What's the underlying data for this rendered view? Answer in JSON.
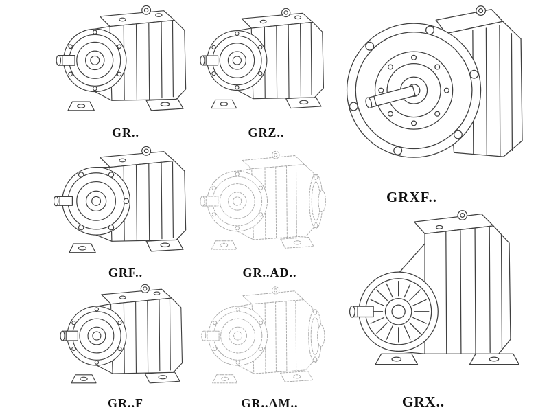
{
  "page": {
    "background": "#ffffff",
    "line_color": "#3f3f3f",
    "ghost_line_color": "#a9a9a9",
    "description": "Catalog sheet with eight isometric technical line drawings of GR-series helical gear reducers in different mounting variants"
  },
  "items": [
    {
      "label": "GR..",
      "style": "solid",
      "depicts": "foot-mounted helical gear reducer with output shaft"
    },
    {
      "label": "GRZ..",
      "style": "solid",
      "depicts": "foot-mounted helical gear reducer, Z variant"
    },
    {
      "label": "GRXF..",
      "style": "solid",
      "depicts": "large flange-mounted gear reducer, flange facing viewer"
    },
    {
      "label": "GRF..",
      "style": "solid",
      "depicts": "flange-mounted gear reducer with feet"
    },
    {
      "label": "GR..AD..",
      "style": "dashed-ghost",
      "depicts": "gear reducer with input shaft adapter, phantom line view"
    },
    {
      "label": "GR..F",
      "style": "solid",
      "depicts": "foot/flange mounted gear reducer"
    },
    {
      "label": "GR..AM..",
      "style": "dashed-ghost",
      "depicts": "gear reducer with IEC motor adapter flange, phantom line view"
    },
    {
      "label": "GRX..",
      "style": "solid",
      "depicts": "large foot-mounted GRX gear reducer with finned housing"
    }
  ]
}
